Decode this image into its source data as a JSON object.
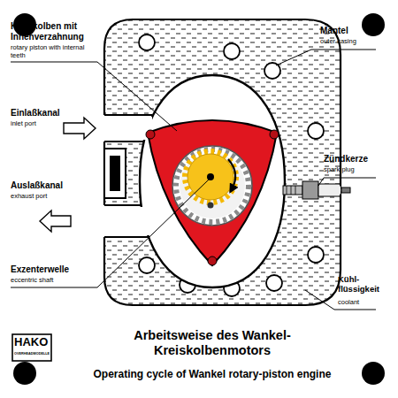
{
  "diagram": {
    "title": "Arbeitsweise des Wankel-Kreiskolbenmotors",
    "caption": "Operating cycle of Wankel rotary-piston engine",
    "labels": [
      "Kreiskolben mit Innenverzahnung",
      "rotary piston with internal teeth",
      "Einlaßkanal",
      "inlet port",
      "Auslaßkanal",
      "exhaust port",
      "Exzenterwelle",
      "eccentric shaft",
      "Mantel",
      "outer casing",
      "Zündkerze",
      "spark plug",
      "Kühl- flüssigkeit",
      "coolant",
      "HAKO",
      "OVERHEADMODELLE"
    ]
  }
}
